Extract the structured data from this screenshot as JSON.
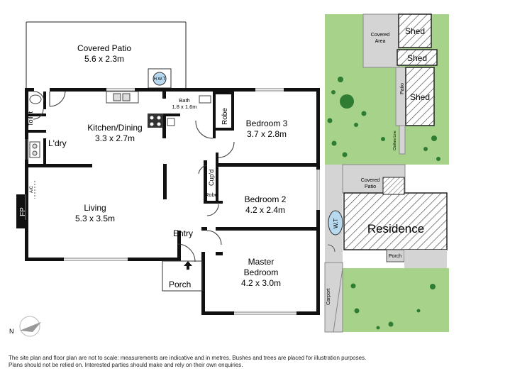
{
  "floor_plan": {
    "rooms": {
      "covered_patio": {
        "name": "Covered Patio",
        "size": "5.6 x 2.3m"
      },
      "kitchen": {
        "name": "Kitchen/Dining",
        "size": "3.3 x 2.7m"
      },
      "bath": {
        "name": "Bath",
        "size": "1.8 x 1.6m"
      },
      "bedroom3": {
        "name": "Bedroom 3",
        "size": "3.7 x 2.8m"
      },
      "living": {
        "name": "Living",
        "size": "5.3 x 3.5m"
      },
      "bedroom2": {
        "name": "Bedroom 2",
        "size": "4.2 x 2.4m"
      },
      "master": {
        "name": "Master",
        "name2": "Bedroom",
        "size": "4.2 x 3.0m"
      }
    },
    "labels": {
      "hwt": "H.W.T",
      "toilet": "Toilet",
      "laundry": "L'dry",
      "robe": "Robe",
      "robe2": "Robe",
      "cupd": "Cup'd",
      "fireplace": "FP",
      "ac": "A/C",
      "entry": "Entry",
      "porch": "Porch"
    },
    "compass_letter": "N"
  },
  "site_plan": {
    "shed1": "Shed",
    "shed2": "Shed",
    "shed3": "Shed",
    "covered_area": [
      "Covered",
      "Area"
    ],
    "patio": "Patio",
    "clothes_line": "Clothes Line",
    "covered_patio": [
      "Covered",
      "Patio"
    ],
    "wt": "W.T",
    "residence": "Residence",
    "porch": "Porch",
    "carport": "Carport"
  },
  "disclaimer": [
    "The site plan and floor plan are not to scale: measurements are indicative and in metres. Bushes and trees are placed for illustration purposes.",
    "Plans should not be relied on. Interested parties should make and rely on their own enquiries."
  ],
  "colors": {
    "wall": "#111111",
    "lawn": "#a7d28a",
    "paving": "#d4d4d4",
    "tree": "#2e7d32"
  }
}
